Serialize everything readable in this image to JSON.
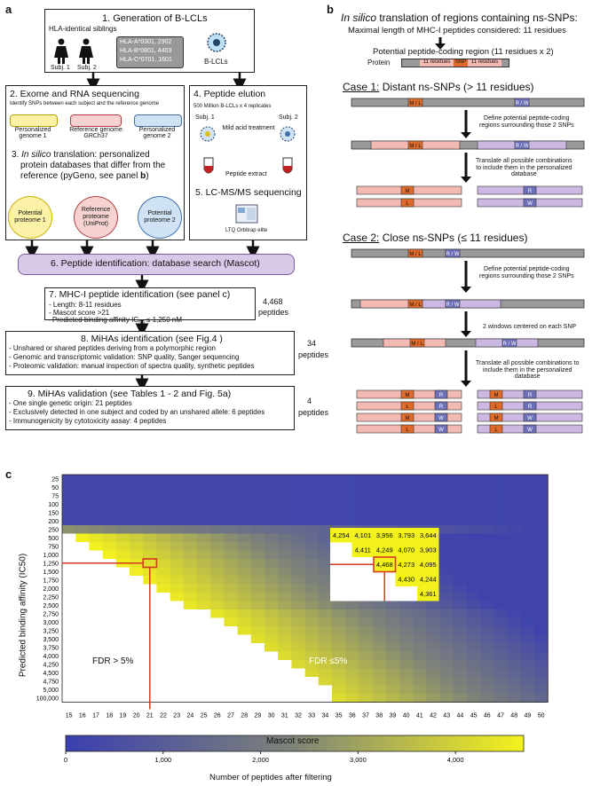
{
  "panels": {
    "a": "a",
    "b": "b",
    "c": "c"
  },
  "flow": {
    "s1": {
      "title": "1. Generation of B-LCLs",
      "subtitle": "HLA-identical siblings",
      "hla": [
        "HLA-A*0301, 2902",
        "HLA-B*0801, 4403",
        "HLA-C*0701, 1601"
      ],
      "subj1": "Subj. 1",
      "subj2": "Subj. 2",
      "blcl": "B-LCLs"
    },
    "s2": {
      "title": "2. Exome and RNA sequencing",
      "note": "Identify SNPs between each subject and the reference genome",
      "pg1": "Personalized genome 1",
      "ref": "Reference genome GRCh37",
      "pg2": "Personalized genome 2"
    },
    "s3": {
      "num": "3. ",
      "italic": "In silico",
      "title_rest": " translation: personalized",
      "line2": "protein databases that differ from the",
      "line3": "reference (pyGeno, see panel ",
      "line3b": "b",
      "line3c": ")",
      "pp1": "Potential proteome 1",
      "refp": "Reference proteome (UniProt)",
      "pp2": "Potential proteome 2"
    },
    "s4": {
      "title": "4. Peptide elution",
      "note": "500 Million B-LCLs x 4 replicates",
      "subj1": "Subj. 1",
      "subj2": "Subj. 2",
      "acid": "Mild acid treatment",
      "extract": "Peptide extract"
    },
    "s5": {
      "title": "5. LC-MS/MS sequencing",
      "instrument": "LTQ Orbitrap elite"
    },
    "s6": {
      "title": "6. Peptide identification: database search (Mascot)"
    },
    "s7": {
      "title": "7. MHC-I peptide identification (see panel c)",
      "items": [
        "- Length: 8-11 residues",
        "- Mascot score >21",
        "- Predicted binding affinity IC"
      ],
      "ic_sub": "50",
      "ic_rest": " ≤ 1,250 nM",
      "count": "4,468",
      "unit": "peptides"
    },
    "s8": {
      "title": "8. MiHAs identification (see Fig.4 )",
      "items": [
        "- Unshared or shared peptides deriving from a polymorphic region",
        "- Genomic and transcriptomic validation: SNP quality, Sanger sequencing",
        "- Proteomic validation: manual inspection of spectra quality, synthetic peptides"
      ],
      "count": "34",
      "unit": "peptides"
    },
    "s9": {
      "title": "9. MiHAs validation (see Tables 1 - 2 and Fig. 5a)",
      "items": [
        "- One single genetic origin: 21 peptides",
        "- Exclusively detected in one subject and coded by an unshared allele: 6 peptides",
        "- Immunogenicity by cytotoxicity assay: 4 peptides"
      ],
      "count": "4",
      "unit": "peptides"
    }
  },
  "panel_b": {
    "title_italic": "In silico",
    "title_rest": " translation of regions containing ns-SNPs:",
    "maxlen": "Maximal length of MHC-I peptides considered: 11 residues",
    "region": "Potential peptide-coding region (11 residues x 2)",
    "protein": "Protein",
    "res11": "11 residues",
    "snp": "SNP",
    "case1": "Case 1:",
    "case1_rest": " Distant ns-SNPs (> 11 residues)",
    "case2": "Case 2:",
    "case2_rest": " Close ns-SNPs (≤ 11 residues)",
    "step_define": [
      "Define potential peptide-coding",
      "regions surrounding those 2 SNPs"
    ],
    "step_translate1": [
      "Translate all possible combinations",
      "to include them in the personalized",
      "database"
    ],
    "step_windows": "2 windows centered on each SNP",
    "step_translate2": [
      "Translate all possible combinations to",
      "include them in the personalized",
      "database"
    ],
    "ml": "M / L",
    "rw": "R / W",
    "M": "M",
    "L": "L",
    "R": "R",
    "W": "W"
  },
  "chart_data": {
    "type": "heatmap",
    "xlabel": "Mascot score",
    "ylabel": "Predicted binding affinity (IC50)",
    "x": [
      15,
      16,
      17,
      18,
      19,
      20,
      21,
      22,
      23,
      24,
      25,
      26,
      27,
      28,
      29,
      30,
      31,
      32,
      33,
      34,
      35,
      36,
      37,
      38,
      39,
      40,
      41,
      42,
      43,
      44,
      45,
      46,
      47,
      48,
      49,
      50
    ],
    "y": [
      "25",
      "50",
      "75",
      "100",
      "150",
      "200",
      "250",
      "500",
      "750",
      "1,000",
      "1,250",
      "1,500",
      "1,750",
      "2,000",
      "2,250",
      "2,500",
      "2,750",
      "3,000",
      "3,250",
      "3,500",
      "3,750",
      "4,000",
      "4,250",
      "4,500",
      "4,750",
      "5,000",
      "100,000"
    ],
    "colorbar_label": "Number of peptides after filtering",
    "colorbar_ticks": [
      "0",
      "1,000",
      "2,000",
      "3,000",
      "4,000"
    ],
    "colorbar_range": [
      0,
      4700
    ],
    "colors": {
      "low": "#3b3faf",
      "mid": "#7f8478",
      "high": "#f4f21c",
      "fdr_line": "#d33a1f"
    },
    "selected": {
      "x": 21,
      "y": "1,250",
      "value": 4468
    },
    "region_low_fdr": "FDR ≤5%",
    "region_high_fdr": "FDR > 5%",
    "inset": {
      "rows": [
        [
          "4,254",
          "4,101",
          "3,956",
          "3,793",
          "3,644"
        ],
        [
          "",
          "4,411",
          "4,249",
          "4,070",
          "3,903"
        ],
        [
          "",
          "",
          "4,468",
          "4,273",
          "4,095"
        ],
        [
          "",
          "",
          "",
          "4,430",
          "4,244"
        ],
        [
          "",
          "",
          "",
          "",
          "4,361"
        ]
      ]
    }
  }
}
